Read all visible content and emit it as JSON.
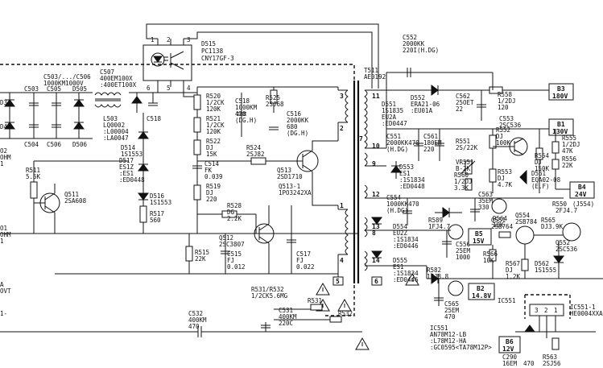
{
  "labels": {
    "d515": "D515",
    "d515_part": "PC1138",
    "d515_part2": "CNY17GF-3",
    "pin1": "1",
    "pin2": "2",
    "pin3": "3",
    "pin4": "4",
    "pin5": "5",
    "pin6": "6",
    "c503_506": "C503/.../C506",
    "c503_506_val": "1000KM1000V",
    "c503": "C503",
    "c505": "C505",
    "d505": "D505",
    "c504": "C504",
    "c506": "C506",
    "d506": "D506",
    "c507": "C507",
    "c507_v1": "400EM100X",
    "c507_v2": ":400ET100X",
    "l503": "L503",
    "l503_v1": "LQ0002",
    "l503_v2": ":L00004",
    "l503_v3": ":LA0047",
    "c518": "C518",
    "d514": "D514",
    "d514_v": "1S1553",
    "d517": "D517",
    "d517_v1": "ES1Z",
    "d517_v2": ":ES1",
    "d517_v3": ":ED0448",
    "d516": "D516",
    "d516_v": "1S1553",
    "r517": "R517",
    "r517_v": "560",
    "r511": "R511",
    "r511_v": "5.6K",
    "q511": "Q511",
    "q511_v": "2SA608",
    "r520": "R520",
    "r520_v1": "1/2CK",
    "r520_v2": "120K",
    "r521": "R521",
    "r521_v1": "1/2CK",
    "r521_v2": "120K",
    "r522": "R522",
    "r522_v1": "DJ",
    "r522_v2": "15K",
    "c514": "C514",
    "c514_v1": "FK",
    "c514_v2": "0.039",
    "r519": "R519",
    "r519_v1": "DJ",
    "r519_v2": "220",
    "c518b": "C518",
    "c518b_v1": "1000KM",
    "c518b_v2": "470",
    "c518b_v3": "(DG.H)",
    "r525": "R525",
    "r525_v": "2SJ68",
    "c516": "C516",
    "c516_v1": "2000KK",
    "c516_v2": "680",
    "c516_v3": "(DG.H)",
    "r524": "R524",
    "r524_v": "2SJ82",
    "q513": "Q513",
    "q513_v": "2SD1710",
    "q513_1": "Q513-1",
    "q513_1_v": "1PO3242XA",
    "r528": "R528",
    "r528_v1": "DG",
    "r528_v2": "2.2K",
    "q512": "Q512",
    "q512_v": "2SC3807",
    "r515": "R515",
    "r515_v": "22K",
    "c515": "C515",
    "c515_v1": "FJ",
    "c515_v2": "0.012",
    "c517": "C517",
    "c517_v1": "FJ",
    "c517_v2": "0.022",
    "r531_532": "R531/R532",
    "r531_532_v": "1/2CK5.6MG",
    "r531": "R531",
    "r532": "R532",
    "c531": "C531",
    "c531_v1": "400KM",
    "c531_v2": "220C",
    "c532": "C532",
    "c532_v1": "400KM",
    "c532_v2": "470",
    "t511": "T511",
    "t511_v": "AE0192",
    "t_pins": [
      "3",
      "2",
      "1",
      "4",
      "5",
      "6",
      "7",
      "8",
      "9",
      "10",
      "11",
      "12",
      "13",
      "14"
    ],
    "c552": "C552",
    "c552_v1": "2000KK",
    "c552_v2": "220I(H.DG)",
    "d551": "D551",
    "d551_v1": "1S1835",
    "d551_v2": "EU2A",
    "d551_v3": ":ED0447",
    "d552": "D552",
    "d552_v1": "ERA21-06",
    "d552_v2": ":EU01A",
    "c562": "C562",
    "c562_v1": "25OET",
    "c562_v2": "22",
    "r558": "R558",
    "r558_v1": "1/2DJ",
    "r558_v2": "120",
    "b3": "B3",
    "b3_v": "180V",
    "c553": "C553",
    "c553_v": "2SC536",
    "b1": "B1",
    "b1_v": "130V",
    "c551": "C551",
    "c551_v1": "2000KK470",
    "c551_v2": "(H.DG)",
    "c561": "C561",
    "c561_v1": "180EM",
    "c561_v2": "220",
    "r551": "R551",
    "r551_v": "2S/22K",
    "r552": "R552",
    "r552_v1": "DJ",
    "r552_v2": "100K",
    "r554": "R554",
    "r554_v1": "DJ",
    "r554_v2": "150K",
    "r555": "R555",
    "r555_v1": "1/2DJ",
    "r555_v2": "47K",
    "r556": "R556",
    "r556_v": "22K",
    "d553": "D553",
    "d553_v1": "ES1",
    "d553_v2": ":1S1834",
    "d553_v3": ":ED0448",
    "vr551": "VR551",
    "vr551_v": "B-2K",
    "r560": "R560",
    "r560_v1": "1/2DJ",
    "r560_v2": "3.3K",
    "r553": "R553",
    "r553_v1": "DJ",
    "r553_v2": "4.7K",
    "d561": "D561",
    "d561_v1": "EQA02-08",
    "d561_v2": "(E.F)",
    "b4": "B4",
    "b4_v": "24V",
    "c554": "C554",
    "c554_v1": "1000KK470",
    "c554_v2": "(H.DG)",
    "c563": "C563",
    "c563_v1": "35EM",
    "c563_v2": "330",
    "q551": "Q551",
    "q551_v": "2SB764",
    "r589": "R589",
    "r589_v": "1FJ4.7",
    "d554": "D554",
    "d554_v1": "EU2Z",
    "d554_v2": ":1S1834",
    "d554_v3": ":ED0446",
    "c556": "C556",
    "c556_v1": "25EM",
    "c556_v2": "1000",
    "b5": "B5",
    "b5_v": "15V",
    "r564": "R564",
    "r564_v": "10K",
    "q554": "Q554",
    "q554_v": "2SB784",
    "r565": "R565",
    "r565_v": "DJ3.9K",
    "r550": "R550",
    "r550_v": "(J554)",
    "r550_v2": "2FJ4.7",
    "q552": "Q552",
    "q552_v": "2SC536",
    "r566": "R566",
    "r566_v": "10K",
    "r567": "R567",
    "r567_v1": "DJ",
    "r567_v2": "1.2K",
    "d562": "D562",
    "d562_v": "1S1555",
    "d555": "D555",
    "d555_v1": "ES1",
    "d555_v2": ":1S1834",
    "d555_v3": ":ED0446",
    "r582": "R582",
    "r582_v": "1FJ8.8",
    "b2": "B2",
    "b2_v": "14.8V",
    "c565": "C565",
    "c565_v1": "25EM",
    "c565_v2": "470",
    "ic551": "IC551",
    "ic551_1": "IC551-1",
    "ic551_1_v": "HE0004XXA",
    "ic551_pins": [
      "3",
      "2",
      "1"
    ],
    "ic551_part1": "AN78M12-LB",
    "ic551_part2": ":L78M12-HA",
    "ic551_part3": ":GC0595<TA78M12P>",
    "b6": "B6",
    "b6_v": "12V",
    "c290": "C290",
    "c290_v1": "16EM",
    "c290_v2": "470",
    "r563": "R563",
    "r563_v": "2SJ56",
    "left_labels": [
      "D3",
      "D4",
      "O2",
      "OHM",
      "1",
      "O1",
      "OHM",
      "1",
      "A",
      "OVT",
      "1-"
    ]
  }
}
